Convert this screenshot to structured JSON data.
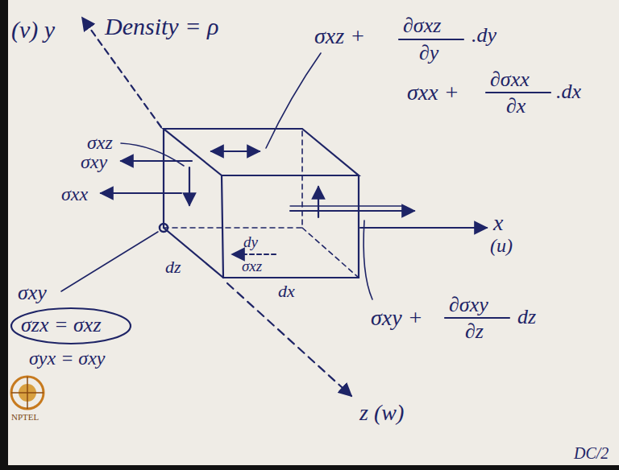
{
  "diagram": {
    "labels": [
      "(v) y",
      "Density = ρ",
      "σxz +",
      "∂σxz",
      "∂y",
      ".dy",
      "σxx +",
      "∂σxx",
      "∂x",
      ".dx",
      "x",
      "(u)",
      "σxy +",
      "∂σxy",
      "∂z",
      "dz",
      "σxz",
      "σxy",
      "σxx",
      "dz",
      "dy",
      "σxz",
      "dx",
      "σxy",
      "σzx = σxz",
      "σyx = σxy",
      "z (w)",
      "DC/2",
      "NPTEL"
    ]
  }
}
